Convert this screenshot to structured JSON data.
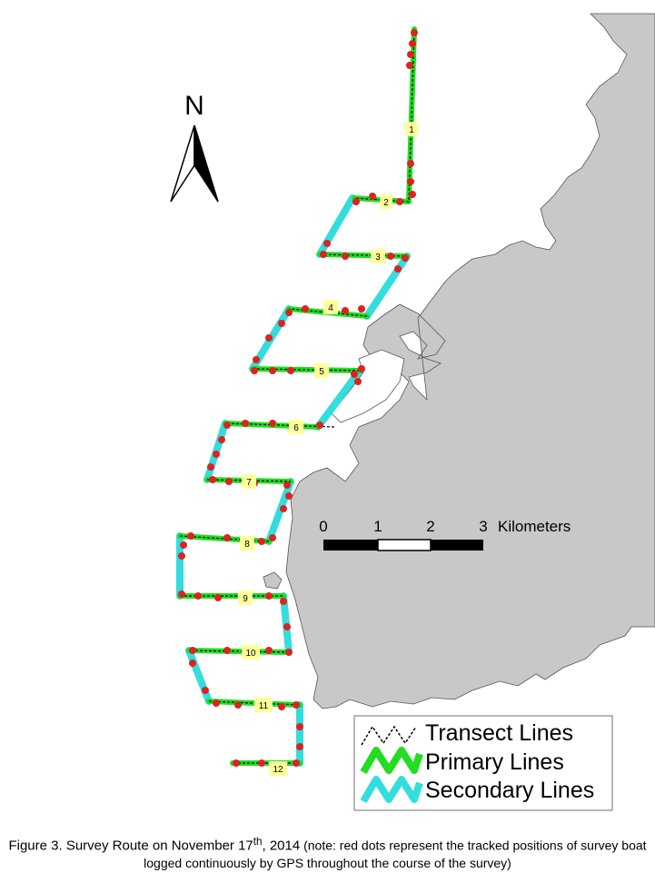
{
  "map": {
    "north_label": "N",
    "scale": {
      "ticks": [
        "0",
        "1",
        "2",
        "3"
      ],
      "unit": "Kilometers"
    },
    "legend": {
      "items": [
        {
          "key": "transect",
          "label": "Transect Lines",
          "color": "#000000"
        },
        {
          "key": "primary",
          "label": "Primary Lines",
          "color": "#22dd22"
        },
        {
          "key": "secondary",
          "label": "Secondary Lines",
          "color": "#33dddd"
        }
      ]
    },
    "colors": {
      "land": "#c8c8c8",
      "water": "#ffffff",
      "gps_dots": "#dd2222",
      "label_box": "#ffff99"
    },
    "transects": [
      "1",
      "2",
      "3",
      "4",
      "5",
      "6",
      "7",
      "8",
      "9",
      "10",
      "11",
      "12"
    ]
  },
  "caption": {
    "title": "Figure 3.  Survey Route on November 17",
    "title_sup": "th",
    "title_end": ", 2014",
    "note": " (note: red dots represent the tracked positions of survey boat logged continuously by GPS throughout the course of the survey)"
  }
}
